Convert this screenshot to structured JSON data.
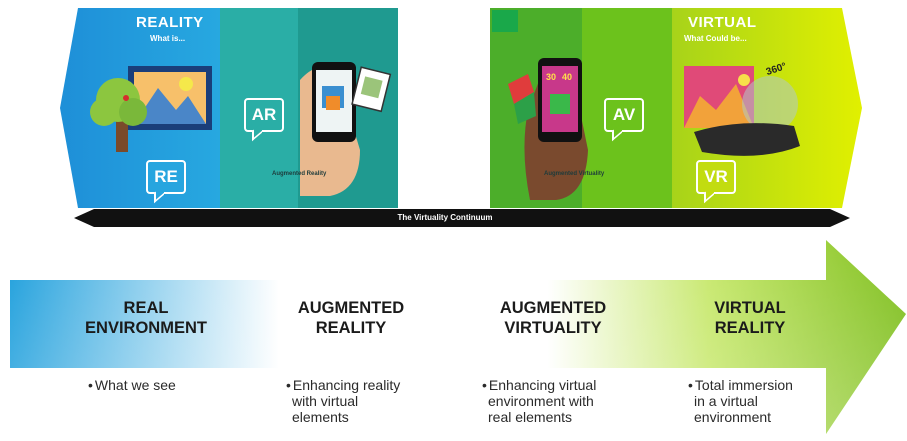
{
  "continuum": {
    "left_header": "REALITY",
    "left_sub": "What is...",
    "right_header": "VIRTUAL",
    "right_sub": "What Could be...",
    "tags": [
      "RE",
      "AR",
      "AV",
      "VR"
    ],
    "ar_caption": "Augmented Reality",
    "av_caption": "Augmented Virtuality",
    "degree_label": "360°",
    "cube_numbers": [
      "30",
      "40"
    ],
    "bar_label": "The Virtuality Continuum"
  },
  "columns": [
    {
      "title_line1": "REAL",
      "title_line2": "ENVIRONMENT",
      "bullet_lines": [
        "What we see"
      ]
    },
    {
      "title_line1": "AUGMENTED",
      "title_line2": "REALITY",
      "bullet_lines": [
        "Enhancing reality",
        "with virtual",
        "elements"
      ]
    },
    {
      "title_line1": "AUGMENTED",
      "title_line2": "VIRTUALITY",
      "bullet_lines": [
        "Enhancing virtual",
        "environment with",
        "real elements"
      ]
    },
    {
      "title_line1": "VIRTUAL",
      "title_line2": "REALITY",
      "bullet_lines": [
        "Total immersion",
        "in a virtual",
        "environment"
      ]
    }
  ],
  "colors": {
    "blue": "#1e9fdc",
    "teal": "#2aaea6",
    "dark_teal": "#17857e",
    "green": "#55b82c",
    "lime": "#c8e000",
    "bar": "#111111"
  }
}
